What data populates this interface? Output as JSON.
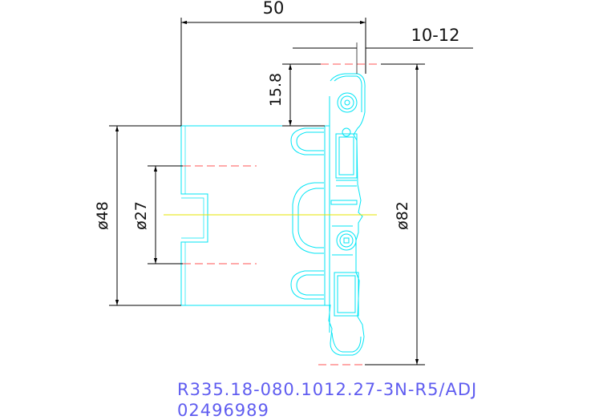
{
  "drawing": {
    "dimensions": {
      "overall_length": "50",
      "insert_protrusion": "10-12",
      "depth_of_cut": "15.8",
      "shank_diameter": "ø48",
      "bore_diameter": "ø27",
      "cutting_diameter": "ø82"
    },
    "part_number": "R335.18-080.1012.27-3N-R5/ADJ",
    "article_number": "02496989"
  },
  "colors": {
    "outline": "#00e5f5",
    "dimension": "#000000",
    "centerline": "#ff5555",
    "axis": "#e6e600",
    "label": "#5f5cf0"
  }
}
